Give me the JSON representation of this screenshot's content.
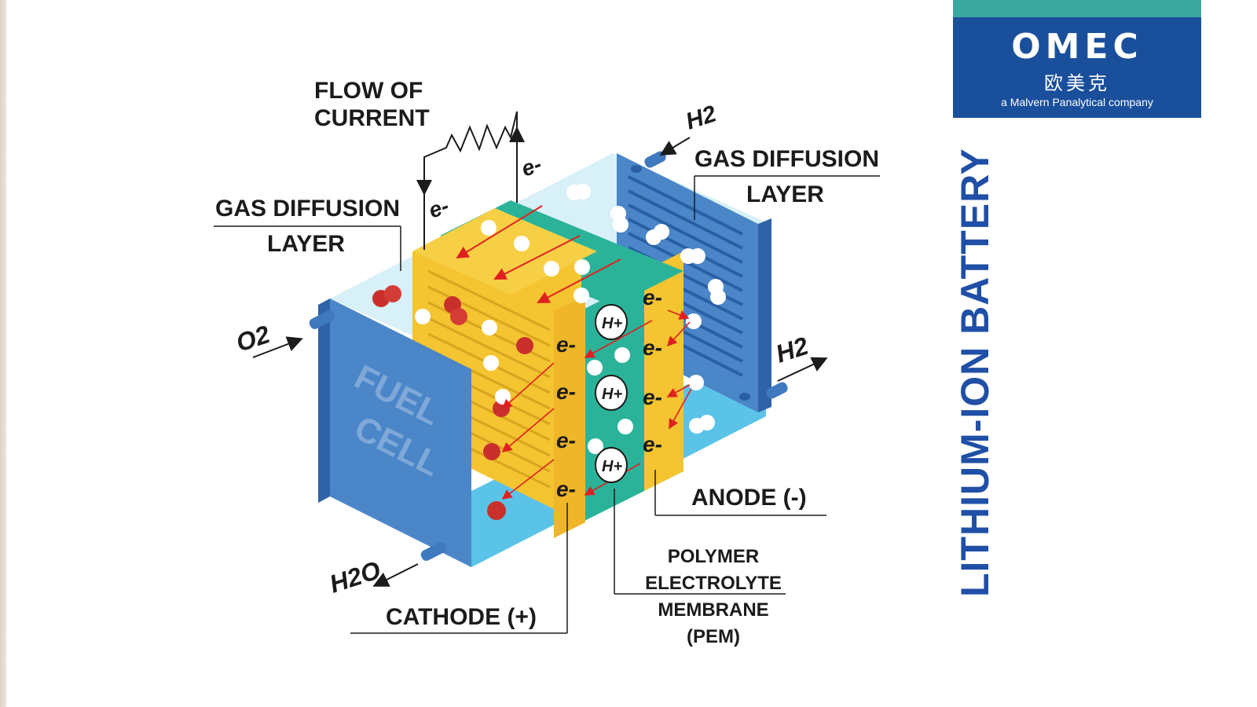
{
  "logo": {
    "wordmark": "OMEC",
    "chinese": "欧美克",
    "tagline": "a Malvern Panalytical company",
    "band_color": "#3aa89e",
    "bg_color": "#1a4f9c"
  },
  "side_title": "LITHIUM-ION BATTERY",
  "diagram": {
    "flow_of_current": [
      "FLOW OF",
      "CURRENT"
    ],
    "gas_diffusion_left": [
      "GAS DIFFUSION",
      "LAYER"
    ],
    "gas_diffusion_right": [
      "GAS DIFFUSION",
      "LAYER"
    ],
    "anode": "ANODE (-)",
    "cathode": "CATHODE (+)",
    "pem": [
      "POLYMER",
      "ELECTROLYTE",
      "MEMBRANE",
      "(PEM)"
    ],
    "fuel_cell": [
      "FUEL",
      "CELL"
    ],
    "o2": "O2",
    "h2_in": "H2",
    "h2_out": "H2",
    "h2o": "H2O",
    "electron": "e-",
    "proton": "H+",
    "colors": {
      "plate_blue": "#4a86c8",
      "gdl_yellow": "#f4c431",
      "pem_teal": "#2bb39a",
      "interior_light_blue": "#bfe6f3",
      "electrolyte_blue": "#5cc3e8",
      "arrow_red": "#e02020",
      "molecule_red": "#c9302c"
    }
  }
}
